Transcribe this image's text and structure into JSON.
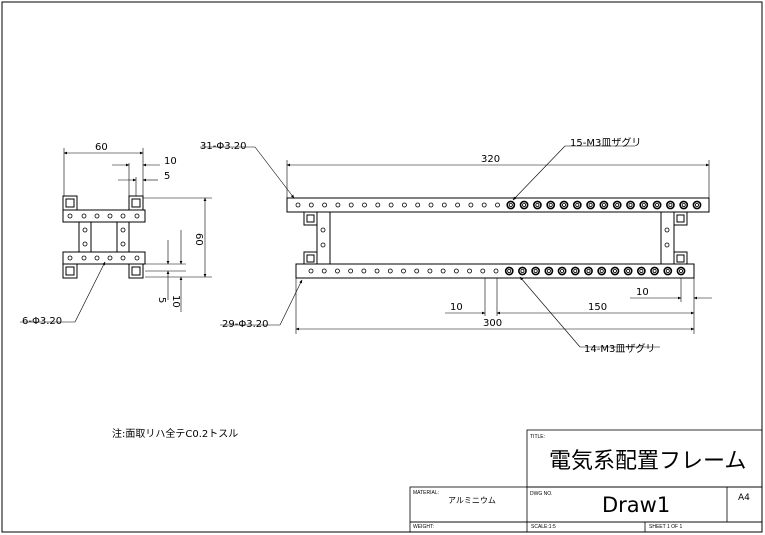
{
  "dimensions": {
    "side_width": "60",
    "side_offset_10": "10",
    "side_offset_5": "5",
    "side_height": "60",
    "side_v5": "5",
    "side_v10": "10",
    "top_length": "320",
    "bottom_length": "300",
    "bottom_left_offset": "10",
    "bottom_span": "150",
    "bottom_right_offset": "10"
  },
  "callouts": {
    "side_top_holes": "31-Φ3.20",
    "side_holes": "6-Φ3.20",
    "bottom_holes": "29-Φ3.20",
    "top_countersink": "15-M3皿ザグリ",
    "bottom_countersink": "14-M3皿ザグリ"
  },
  "note": "注:面取リハ全テC0.2トスル",
  "title_block": {
    "title_label": "TITLE:",
    "title": "電気系配置フレーム",
    "material_label": "MATERIAL:",
    "material": "アルミニウム",
    "dwg_no_label": "DWG NO.",
    "dwg_no": "Draw1",
    "size": "A4",
    "weight_label": "WEIGHT:",
    "scale": "SCALE:1:5",
    "sheet": "SHEET 1 OF 1"
  }
}
